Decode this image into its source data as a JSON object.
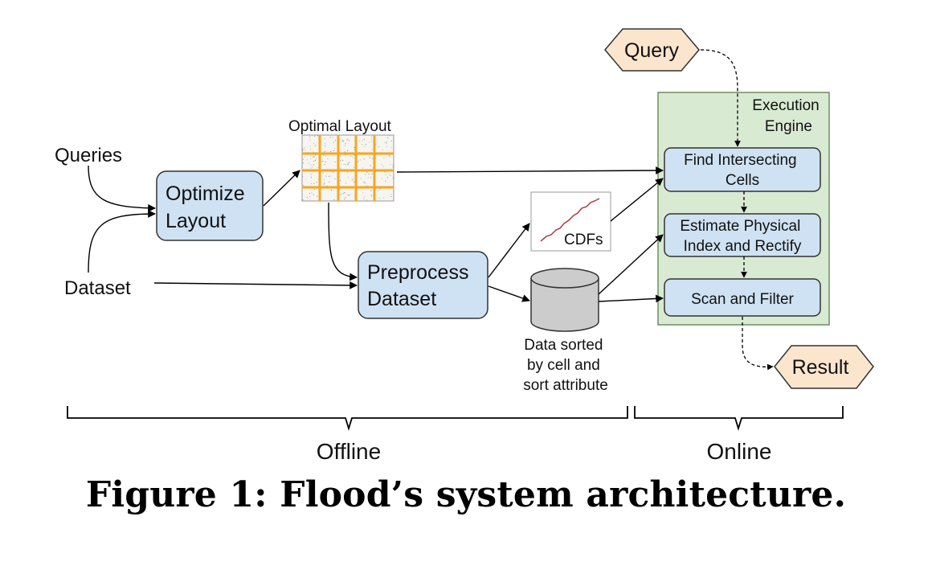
{
  "diagram": {
    "labels": {
      "queries": "Queries",
      "dataset": "Dataset",
      "optimal_layout": "Optimal Layout",
      "data_sorted": [
        "Data sorted",
        "by cell and",
        "sort attribute"
      ],
      "cdfs": "CDFs",
      "engine_title": [
        "Execution",
        "Engine"
      ],
      "offline": "Offline",
      "online": "Online"
    },
    "boxes": {
      "optimize_layout": [
        "Optimize",
        "Layout"
      ],
      "preprocess_dataset": [
        "Preprocess",
        "Dataset"
      ],
      "find_cells": [
        "Find Intersecting",
        "Cells"
      ],
      "estimate_index": [
        "Estimate Physical",
        "Index and Rectify"
      ],
      "scan_filter": [
        "Scan and Filter"
      ]
    },
    "terminals": {
      "query": "Query",
      "result": "Result"
    },
    "colors": {
      "box_fill": "#cfe2f3",
      "engine_fill": "#d9ead3",
      "terminal_fill": "#fce5cd",
      "grid_line": "#f6a623",
      "cylinder_fill": "#cccccc",
      "cdf_line": "#b03a48"
    }
  },
  "caption": "Figure 1: Flood’s system architecture."
}
